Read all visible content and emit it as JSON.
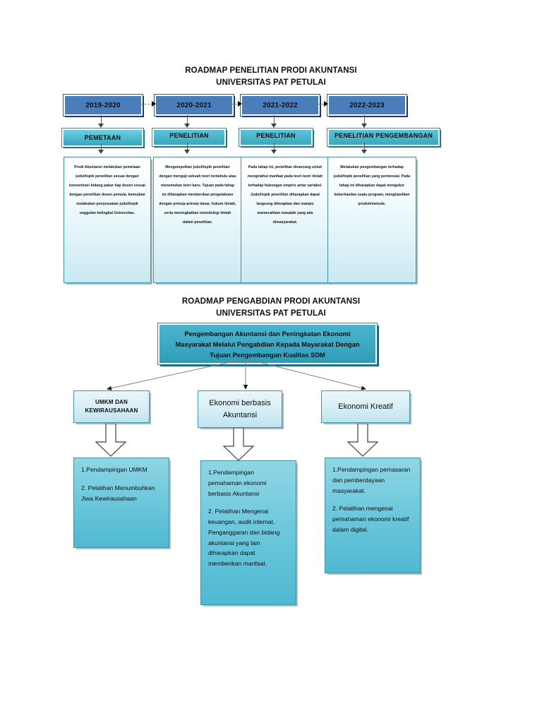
{
  "roadmap_penelitian": {
    "title_line1": "ROADMAP PENELITIAN PRODI AKUNTANSI",
    "title_line2": "UNIVERSITAS PAT PETULAI",
    "columns": [
      {
        "year": "2019-2020",
        "stage": "PEMETAAN",
        "description": "Prodi Akuntansi melakukan pemetaan judul/topik penelitian sesuai dengan konsentrasi bidang pakar tiap dosen sesuai dengan penelitian dosen pemula, kemudian melakukan penyesuaian judul/topik unggulan ketingkat Universitas."
      },
      {
        "year": "2020-2021",
        "stage": "PENELITIAN",
        "description": "Mengumpulkan judul/topik penelitian dengan menguji sebuah teori terdahulu atau menemukan teori baru. Tujuan pada tahap ini diharapkan memberikan pengetahuan dengan prinsip-prinsip dasar, hukum ilmiah, serta meningkatkan metodologi ilmiah dalam penelitian."
      },
      {
        "year": "2021-2022",
        "stage": "PENELITIAN",
        "description": "Pada tahap ini, penelitian dirancang untuk mengetahui manfaat pada teori-teori ilmiah terhadap hubungan empiris antar variabel. Judul/topik penelitian diharapkan dapat langsung diterapkan dan mampu memecahkan masalah yang ada dimasyarakat."
      },
      {
        "year": "2022-2023",
        "stage": "PENELITIAN PENGEMBANGAN",
        "description": "Melakukan pengembangan terhadap judul/topik penelitian yang pontensial. Pada tahap ini diharapkan dapat mengukur keberhasilan suatu program, menghasilkan produk/metode."
      }
    ]
  },
  "roadmap_pengabdian": {
    "title_line1": "ROADMAP PENGABDIAN PRODI AKUNTANSI",
    "title_line2": "UNIVERSITAS PAT PETULAI",
    "banner": "Pengembangan Akuntansi dan Peningkatan Ekonomi Masyarakat Melalui Pengabdian Kepada Mayarakat Dengan Tujuan Pengembangan Kualitas SDM",
    "branches": [
      {
        "category": "UMKM DAN KEWIRAUSAHAAN",
        "items": [
          "1.Pendampingan UMKM",
          "2. Pelatihan Menumbuhkan Jiwa Kewirausahaan"
        ]
      },
      {
        "category": "Ekonomi berbasis Akuntansi",
        "items": [
          "1.Pendampingan pemahaman ekonomi berbasis Akuntansi",
          "2. Pelatihan Mengenai keuangan, audit internal, Penganggaran dan bidang akuntansi yang lain diharapkan dapat memberikan manfaat."
        ]
      },
      {
        "category": "Ekonomi Kreatif",
        "items": [
          "1.Pendampingan pemasaran dan pemberdayaan masyarakat.",
          "2. Pelatihan mengenai pemahaman ekonomi kreatif dalam digital."
        ]
      }
    ]
  },
  "colors": {
    "year_box": "#4a7ebb",
    "stage_box": "#49b4cb",
    "banner": "#3aa8c2",
    "detail_box": "#6ec8dc",
    "border_teal": "#3f93a8",
    "connector": "#595959"
  }
}
